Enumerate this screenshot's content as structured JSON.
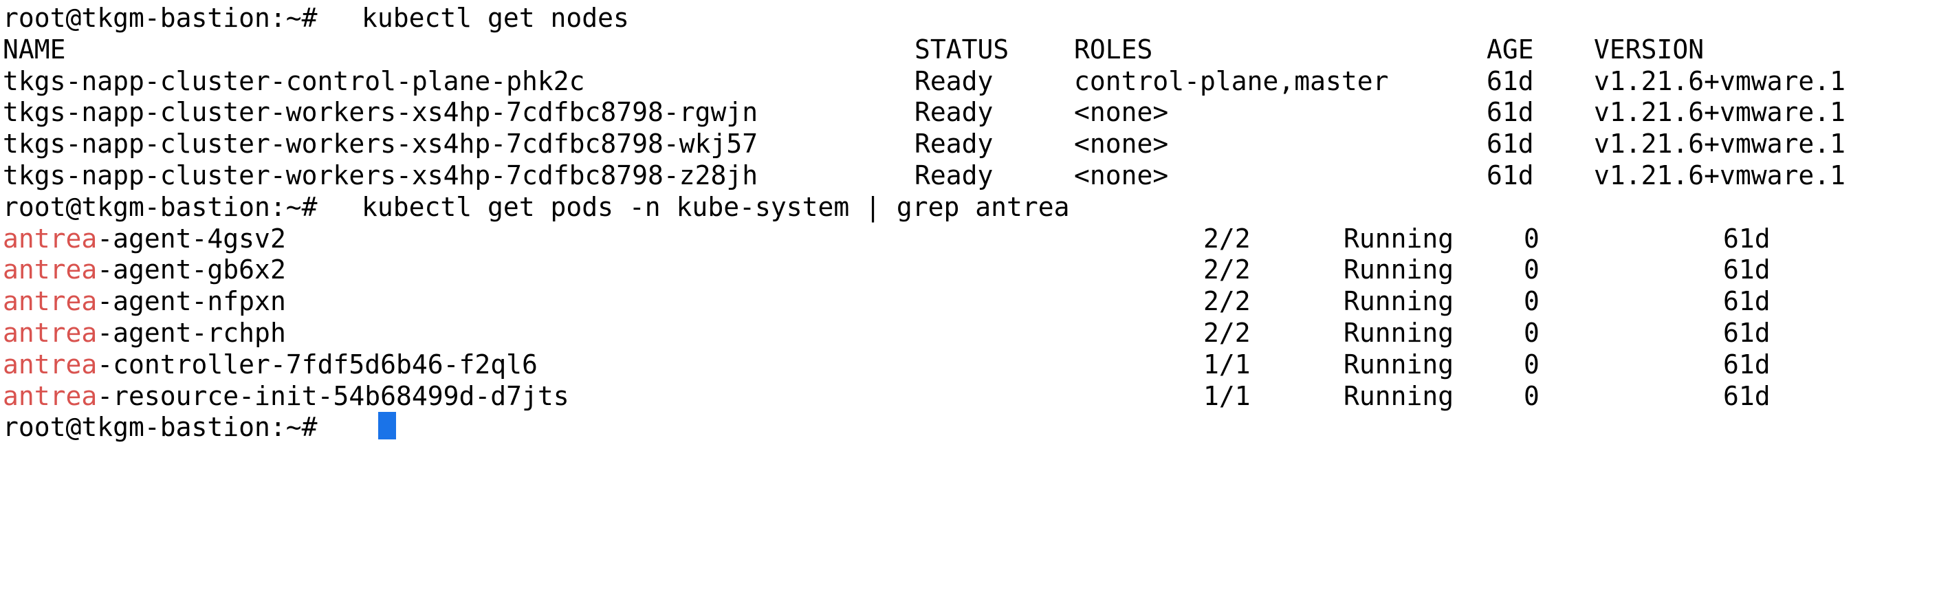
{
  "window": {
    "app": "terminal"
  },
  "session": {
    "prompt": "root@tkgm-bastion:~# ",
    "commands": [
      "kubectl get nodes",
      "kubectl get pods -n kube-system | grep antrea"
    ]
  },
  "nodes_table": {
    "headers": {
      "name": "NAME",
      "status": "STATUS",
      "roles": "ROLES",
      "age": "AGE",
      "version": "VERSION"
    },
    "rows": [
      {
        "name": "tkgs-napp-cluster-control-plane-phk2c",
        "status": "Ready",
        "roles": "control-plane,master",
        "age": "61d",
        "version": "v1.21.6+vmware.1"
      },
      {
        "name": "tkgs-napp-cluster-workers-xs4hp-7cdfbc8798-rgwjn",
        "status": "Ready",
        "roles": "<none>",
        "age": "61d",
        "version": "v1.21.6+vmware.1"
      },
      {
        "name": "tkgs-napp-cluster-workers-xs4hp-7cdfbc8798-wkj57",
        "status": "Ready",
        "roles": "<none>",
        "age": "61d",
        "version": "v1.21.6+vmware.1"
      },
      {
        "name": "tkgs-napp-cluster-workers-xs4hp-7cdfbc8798-z28jh",
        "status": "Ready",
        "roles": "<none>",
        "age": "61d",
        "version": "v1.21.6+vmware.1"
      }
    ]
  },
  "pods_table": {
    "highlight": "antrea",
    "highlight_color": "#d9534f",
    "rows": [
      {
        "prefix": "antrea",
        "suffix": "-agent-4gsv2",
        "ready": "2/2",
        "status": "Running",
        "restarts": "0",
        "age": "61d"
      },
      {
        "prefix": "antrea",
        "suffix": "-agent-gb6x2",
        "ready": "2/2",
        "status": "Running",
        "restarts": "0",
        "age": "61d"
      },
      {
        "prefix": "antrea",
        "suffix": "-agent-nfpxn",
        "ready": "2/2",
        "status": "Running",
        "restarts": "0",
        "age": "61d"
      },
      {
        "prefix": "antrea",
        "suffix": "-agent-rchph",
        "ready": "2/2",
        "status": "Running",
        "restarts": "0",
        "age": "61d"
      },
      {
        "prefix": "antrea",
        "suffix": "-controller-7fdf5d6b46-f2ql6",
        "ready": "1/1",
        "status": "Running",
        "restarts": "0",
        "age": "61d"
      },
      {
        "prefix": "antrea",
        "suffix": "-resource-init-54b68499d-d7jts",
        "ready": "1/1",
        "status": "Running",
        "restarts": "0",
        "age": "61d"
      }
    ]
  },
  "cursor": {
    "color": "#1a73e8"
  }
}
